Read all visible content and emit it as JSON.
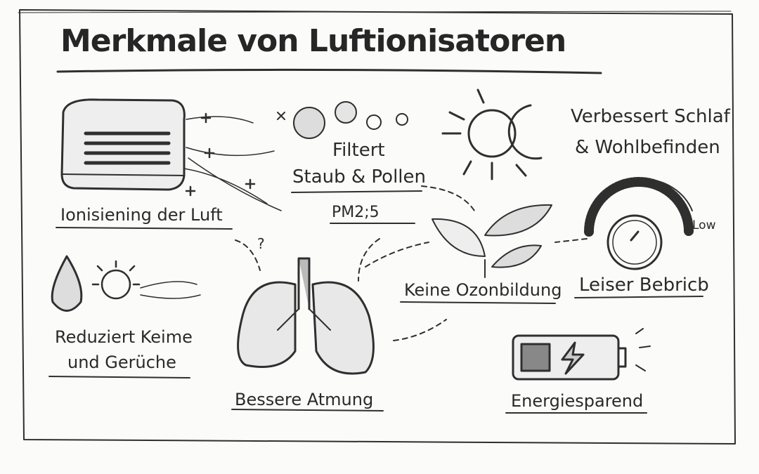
{
  "title": "Merkmale von Luftionisatoren",
  "features": {
    "ionisation": "Ionisiening der Luft",
    "filter_line1": "Filtert",
    "filter_line2": "Staub & Pollen",
    "filter_sub": "PM2;5",
    "sleep_line1": "Verbessert Schlaf",
    "sleep_line2": "& Wohlbefinden",
    "dial_label": "Low",
    "quiet": "Leiser Bebricb",
    "ozone": "Keine Ozonbildung",
    "germs_line1": "Reduziert Keime",
    "germs_line2": "und Gerüche",
    "breathing": "Bessere Atmung",
    "energy": "Energiesparend",
    "question_mark": "?"
  },
  "colors": {
    "ink": "#2a2a2a",
    "paper": "#fbfbfa"
  }
}
